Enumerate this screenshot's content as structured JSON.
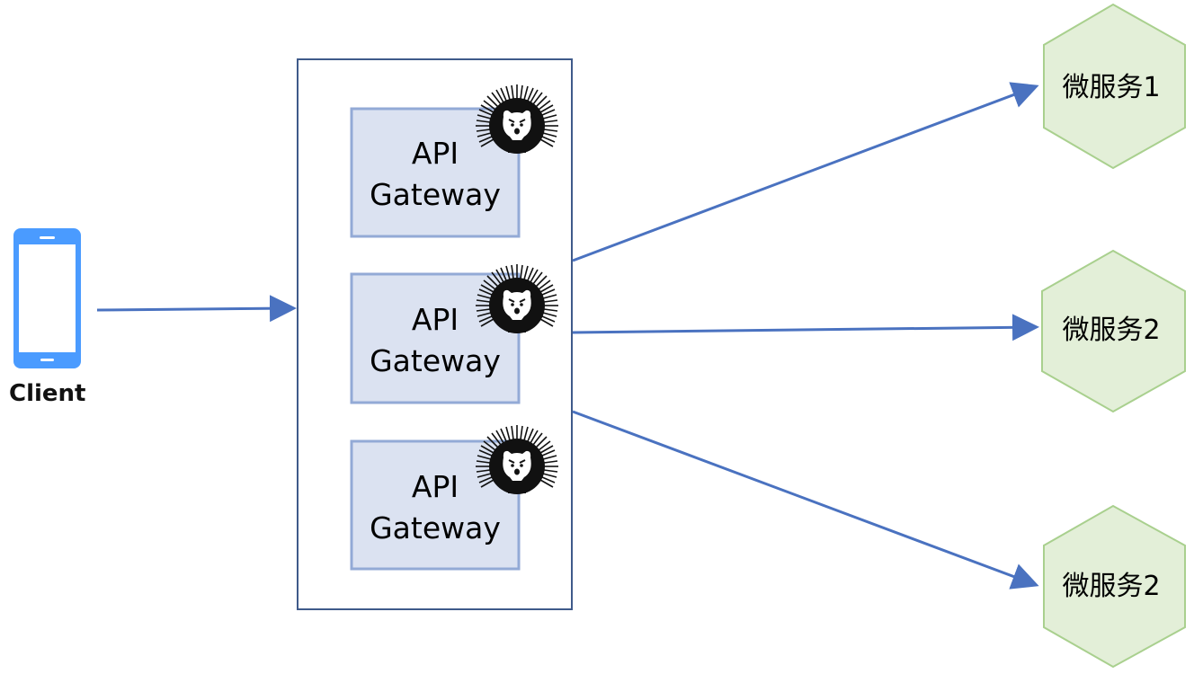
{
  "client": {
    "label": "Client"
  },
  "gateway_cluster": {
    "gateways": [
      {
        "line1": "API",
        "line2": "Gateway"
      },
      {
        "line1": "API",
        "line2": "Gateway"
      },
      {
        "line1": "API",
        "line2": "Gateway"
      }
    ]
  },
  "services": [
    {
      "label": "微服务1"
    },
    {
      "label": "微服务2"
    },
    {
      "label": "微服务2"
    }
  ],
  "colors": {
    "arrow": "#4a72c0",
    "cluster_border": "#3f5a8a",
    "gateway_fill": "#dbe2f1",
    "gateway_border": "#93aad6",
    "service_fill": "#e3efd8",
    "service_border": "#a9d08e",
    "phone": "#4a9bff"
  }
}
